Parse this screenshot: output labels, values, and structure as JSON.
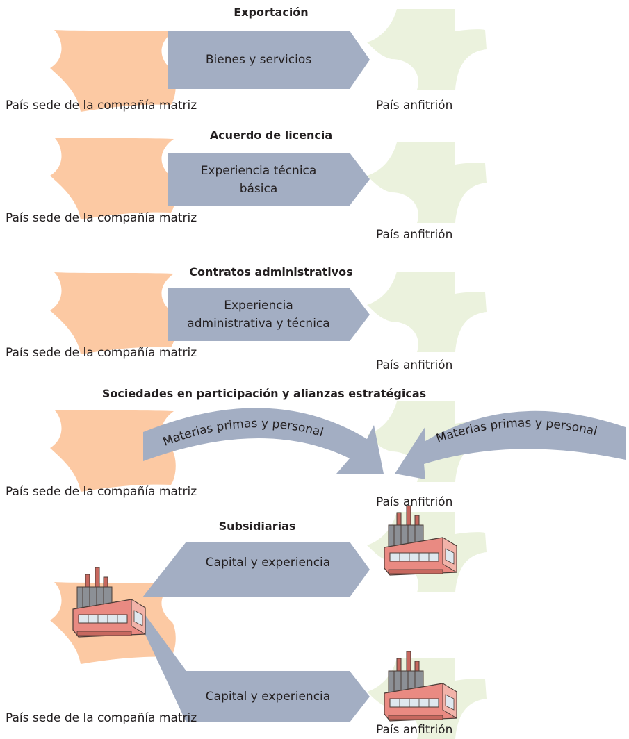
{
  "colors": {
    "home": "#fcc9a3",
    "host": "#ebf2dd",
    "arrow": "#a3aec3",
    "factory_wall": "#e98a82",
    "factory_dark": "#4a3b36"
  },
  "icons": [
    "factory-icon"
  ],
  "labels": {
    "home_country": "País sede de la compañía matriz",
    "host_country": "País anfitrión"
  },
  "sections": [
    {
      "title": "Exportación",
      "arrow_text": [
        "Bienes y servicios"
      ]
    },
    {
      "title": "Acuerdo de licencia",
      "arrow_text": [
        "Experiencia técnica",
        "básica"
      ]
    },
    {
      "title": "Contratos administrativos",
      "arrow_text": [
        "Experiencia",
        "administrativa y técnica"
      ]
    },
    {
      "title": "Sociedades en participación y alianzas estratégicas",
      "arrow_text": [
        "Materias primas y personal",
        "Materias primas y personal"
      ]
    },
    {
      "title": "Subsidiarias",
      "arrow_text": [
        "Capital y experiencia",
        "Capital y experiencia"
      ]
    }
  ]
}
